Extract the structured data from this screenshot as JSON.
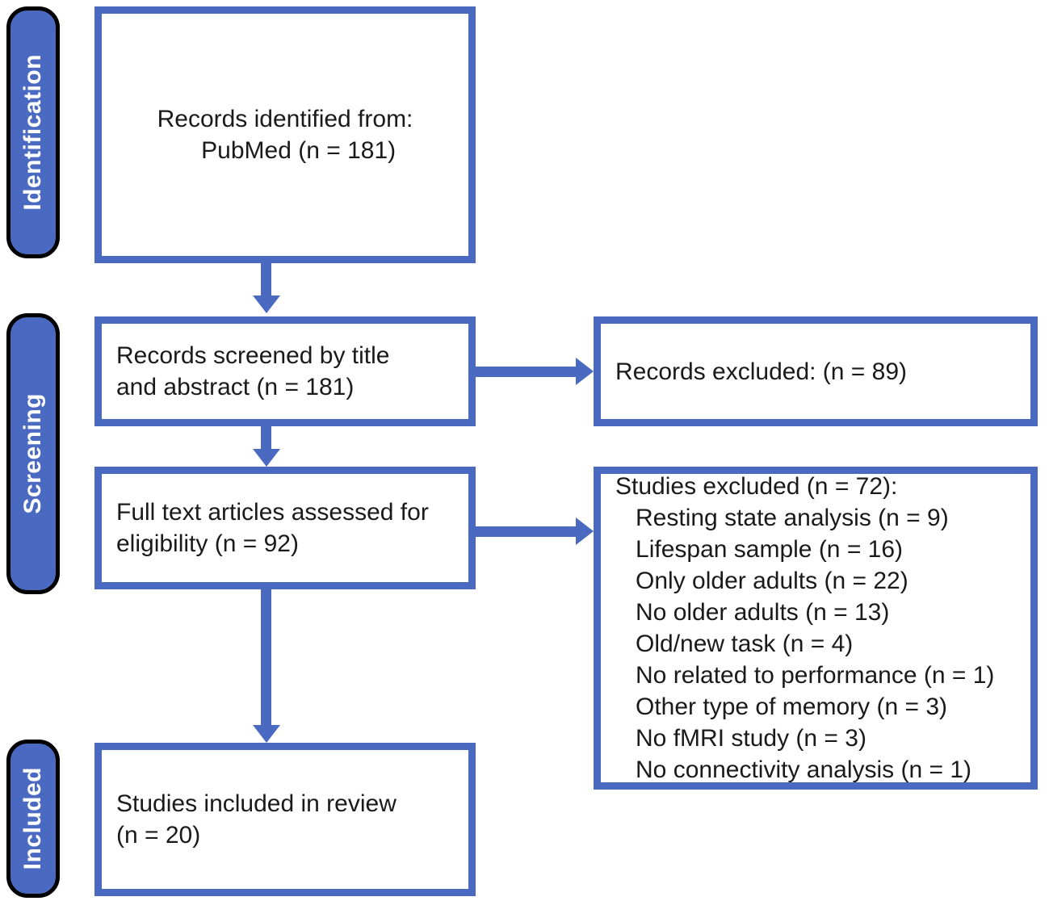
{
  "diagram": {
    "title": "PRISMA flow diagram",
    "accent_color": "#4a6ac2",
    "pill_border_color": "#000000",
    "pill_text_color": "#ffffff",
    "text_color": "#1a1a1a",
    "background_color": "#ffffff"
  },
  "stages": [
    {
      "id": "identification",
      "label": "Identification"
    },
    {
      "id": "screening",
      "label": "Screening"
    },
    {
      "id": "included",
      "label": "Included"
    }
  ],
  "boxes": {
    "records_identified": {
      "text": "Records identified from:\n    PubMed (n = 181)",
      "align": "center"
    },
    "records_screened": {
      "text": "Records screened by title\nand abstract (n = 181)",
      "align": "left"
    },
    "records_excluded": {
      "text": "Records excluded: (n = 89)",
      "align": "left"
    },
    "full_text_assessed": {
      "text": "Full text articles assessed for\neligibility (n = 92)",
      "align": "left"
    },
    "studies_excluded": {
      "text": "Studies excluded (n = 72):\n   Resting state analysis (n = 9)\n   Lifespan sample (n = 16)\n   Only older adults (n = 22)\n   No older adults (n = 13)\n   Old/new task (n = 4)\n   No related to performance (n = 1)\n   Other type of memory (n = 3)\n   No fMRI study (n = 3)\n   No connectivity analysis (n = 1)",
      "align": "left"
    },
    "studies_included": {
      "text": "Studies included in review\n(n = 20)",
      "align": "left"
    }
  },
  "chart_data": {
    "type": "diagram",
    "title": "PRISMA flow diagram",
    "nodes": [
      {
        "id": "records_identified",
        "stage": "Identification",
        "label": "Records identified from: PubMed",
        "n": 181
      },
      {
        "id": "records_screened",
        "stage": "Screening",
        "label": "Records screened by title and abstract",
        "n": 181
      },
      {
        "id": "records_excluded",
        "stage": "Screening",
        "label": "Records excluded",
        "n": 89
      },
      {
        "id": "full_text_assessed",
        "stage": "Screening",
        "label": "Full text articles assessed for eligibility",
        "n": 92
      },
      {
        "id": "studies_excluded",
        "stage": "Screening",
        "label": "Studies excluded",
        "n": 72
      },
      {
        "id": "studies_included",
        "stage": "Included",
        "label": "Studies included in review",
        "n": 20
      }
    ],
    "exclusion_reasons": [
      {
        "reason": "Resting state analysis",
        "n": 9
      },
      {
        "reason": "Lifespan sample",
        "n": 16
      },
      {
        "reason": "Only older adults",
        "n": 22
      },
      {
        "reason": "No older adults",
        "n": 13
      },
      {
        "reason": "Old/new task",
        "n": 4
      },
      {
        "reason": "No related to performance",
        "n": 1
      },
      {
        "reason": "Other type of memory",
        "n": 3
      },
      {
        "reason": "No fMRI study",
        "n": 3
      },
      {
        "reason": "No connectivity analysis",
        "n": 1
      }
    ],
    "edges": [
      {
        "from": "records_identified",
        "to": "records_screened",
        "direction": "down"
      },
      {
        "from": "records_screened",
        "to": "records_excluded",
        "direction": "right"
      },
      {
        "from": "records_screened",
        "to": "full_text_assessed",
        "direction": "down"
      },
      {
        "from": "full_text_assessed",
        "to": "studies_excluded",
        "direction": "right"
      },
      {
        "from": "full_text_assessed",
        "to": "studies_included",
        "direction": "down"
      }
    ]
  }
}
